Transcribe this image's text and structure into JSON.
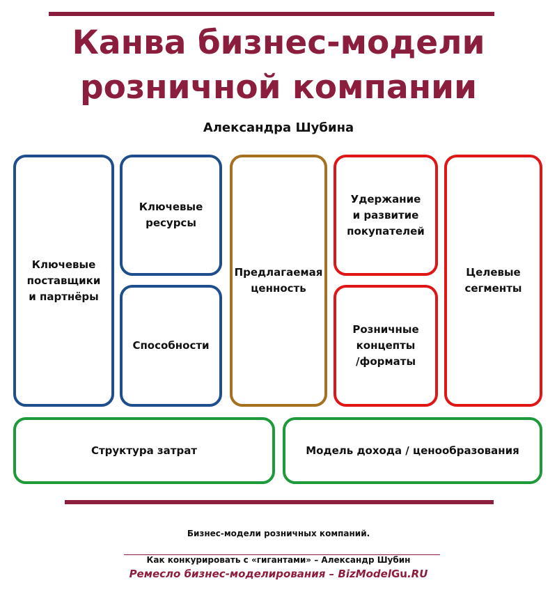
{
  "title": "Канва бизнес-модели\nрозничной компании",
  "title_line1": "Канва бизнес-модели",
  "title_line2": "розничной компании",
  "author": "Александра Шубина",
  "blocks": {
    "partners": "Ключевые\nпоставщики\nи партнёры",
    "resources": "Ключевые\nресурсы",
    "capabilities": "Способности",
    "value": "Предлагаемая\nценность",
    "retention": "Удержание\nи развитие\nпокупателей",
    "concepts": "Розничные\nконцепты\n/форматы",
    "segments": "Целевые\nсегменты",
    "costs": "Структура затрат",
    "revenue": "Модель дохода / ценообразования"
  },
  "book": {
    "line1": "Бизнес-модели розничных компаний.",
    "line2": "Как конкурировать с «гигантами» – Александр Шубин"
  },
  "footer": {
    "prefix": "Ремесло бизнес-моделирования – ",
    "site_a": "BizModel",
    "site_b": "Gu",
    "site_c": ".RU"
  },
  "colors": {
    "accent": "#8c1e3d",
    "blue": "#1f4e8c",
    "gold": "#a5701f",
    "red": "#e01616",
    "green": "#1f9a3a"
  }
}
